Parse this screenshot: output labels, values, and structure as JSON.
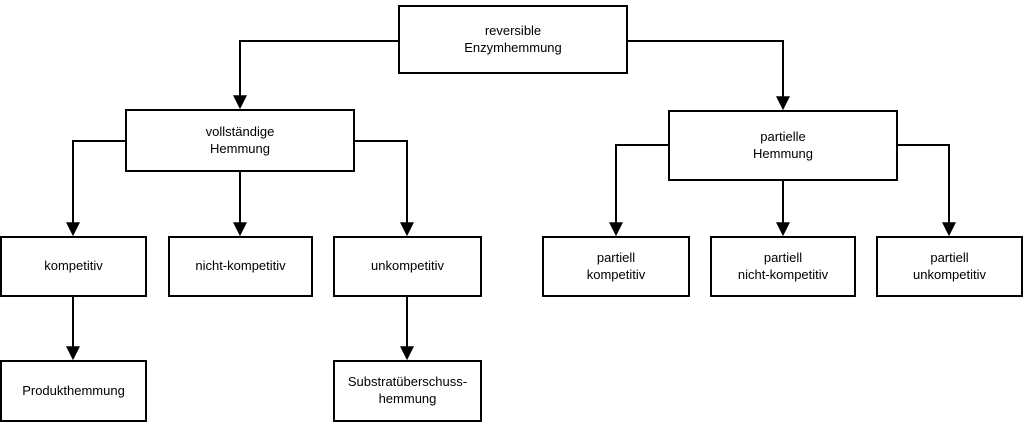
{
  "diagram": {
    "type": "flowchart",
    "language": "de",
    "colors": {
      "background": "#ffffff",
      "line": "#000000",
      "box_border": "#000000",
      "box_fill": "#ffffff",
      "text": "#000000"
    },
    "nodes": {
      "root": {
        "label": "reversible\nEnzymhemmung"
      },
      "vollstaendige": {
        "label": "vollständige\nHemmung"
      },
      "partielle": {
        "label": "partielle\nHemmung"
      },
      "kompetitiv": {
        "label": "kompetitiv"
      },
      "nicht_kompetitiv": {
        "label": "nicht-kompetitiv"
      },
      "unkompetitiv": {
        "label": "unkompetitiv"
      },
      "partiell_kompetitiv": {
        "label": "partiell\nkompetitiv"
      },
      "partiell_nicht_kompetitiv": {
        "label": "partiell\nnicht-kompetitiv"
      },
      "partiell_unkompetitiv": {
        "label": "partiell\nunkompetitiv"
      },
      "produkthemmung": {
        "label": "Produkthemmung"
      },
      "substratueberschusshemmung": {
        "label": "Substratüberschuss-\nhemmung"
      }
    },
    "edges": [
      {
        "from": "root",
        "to": "vollstaendige"
      },
      {
        "from": "root",
        "to": "partielle"
      },
      {
        "from": "vollstaendige",
        "to": "kompetitiv"
      },
      {
        "from": "vollstaendige",
        "to": "nicht_kompetitiv"
      },
      {
        "from": "vollstaendige",
        "to": "unkompetitiv"
      },
      {
        "from": "partielle",
        "to": "partiell_kompetitiv"
      },
      {
        "from": "partielle",
        "to": "partiell_nicht_kompetitiv"
      },
      {
        "from": "partielle",
        "to": "partiell_unkompetitiv"
      },
      {
        "from": "kompetitiv",
        "to": "produkthemmung"
      },
      {
        "from": "unkompetitiv",
        "to": "substratueberschusshemmung"
      }
    ]
  }
}
